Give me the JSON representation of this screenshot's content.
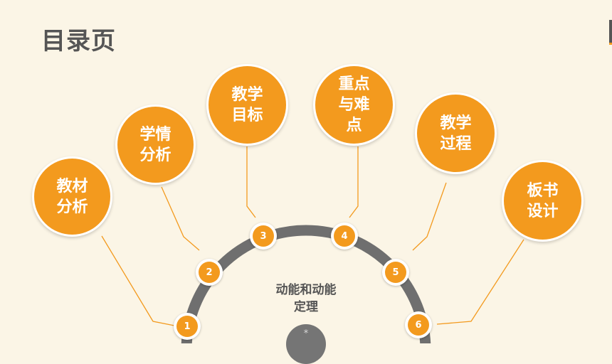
{
  "page": {
    "title": "目录页"
  },
  "center": {
    "label": "动能和动能\n定理",
    "hub_mark": "*"
  },
  "topics": [
    {
      "number": "1",
      "label": "教材\n分析"
    },
    {
      "number": "2",
      "label": "学情\n分析"
    },
    {
      "number": "3",
      "label": "教学\n目标"
    },
    {
      "number": "4",
      "label": "重点\n与难\n点"
    },
    {
      "number": "5",
      "label": "教学\n过程"
    },
    {
      "number": "6",
      "label": "板书\n设计"
    }
  ],
  "colors": {
    "accent": "#f39a1e",
    "arc": "#6f6f6f",
    "text": "#555555",
    "background": "#fbf5e6"
  }
}
